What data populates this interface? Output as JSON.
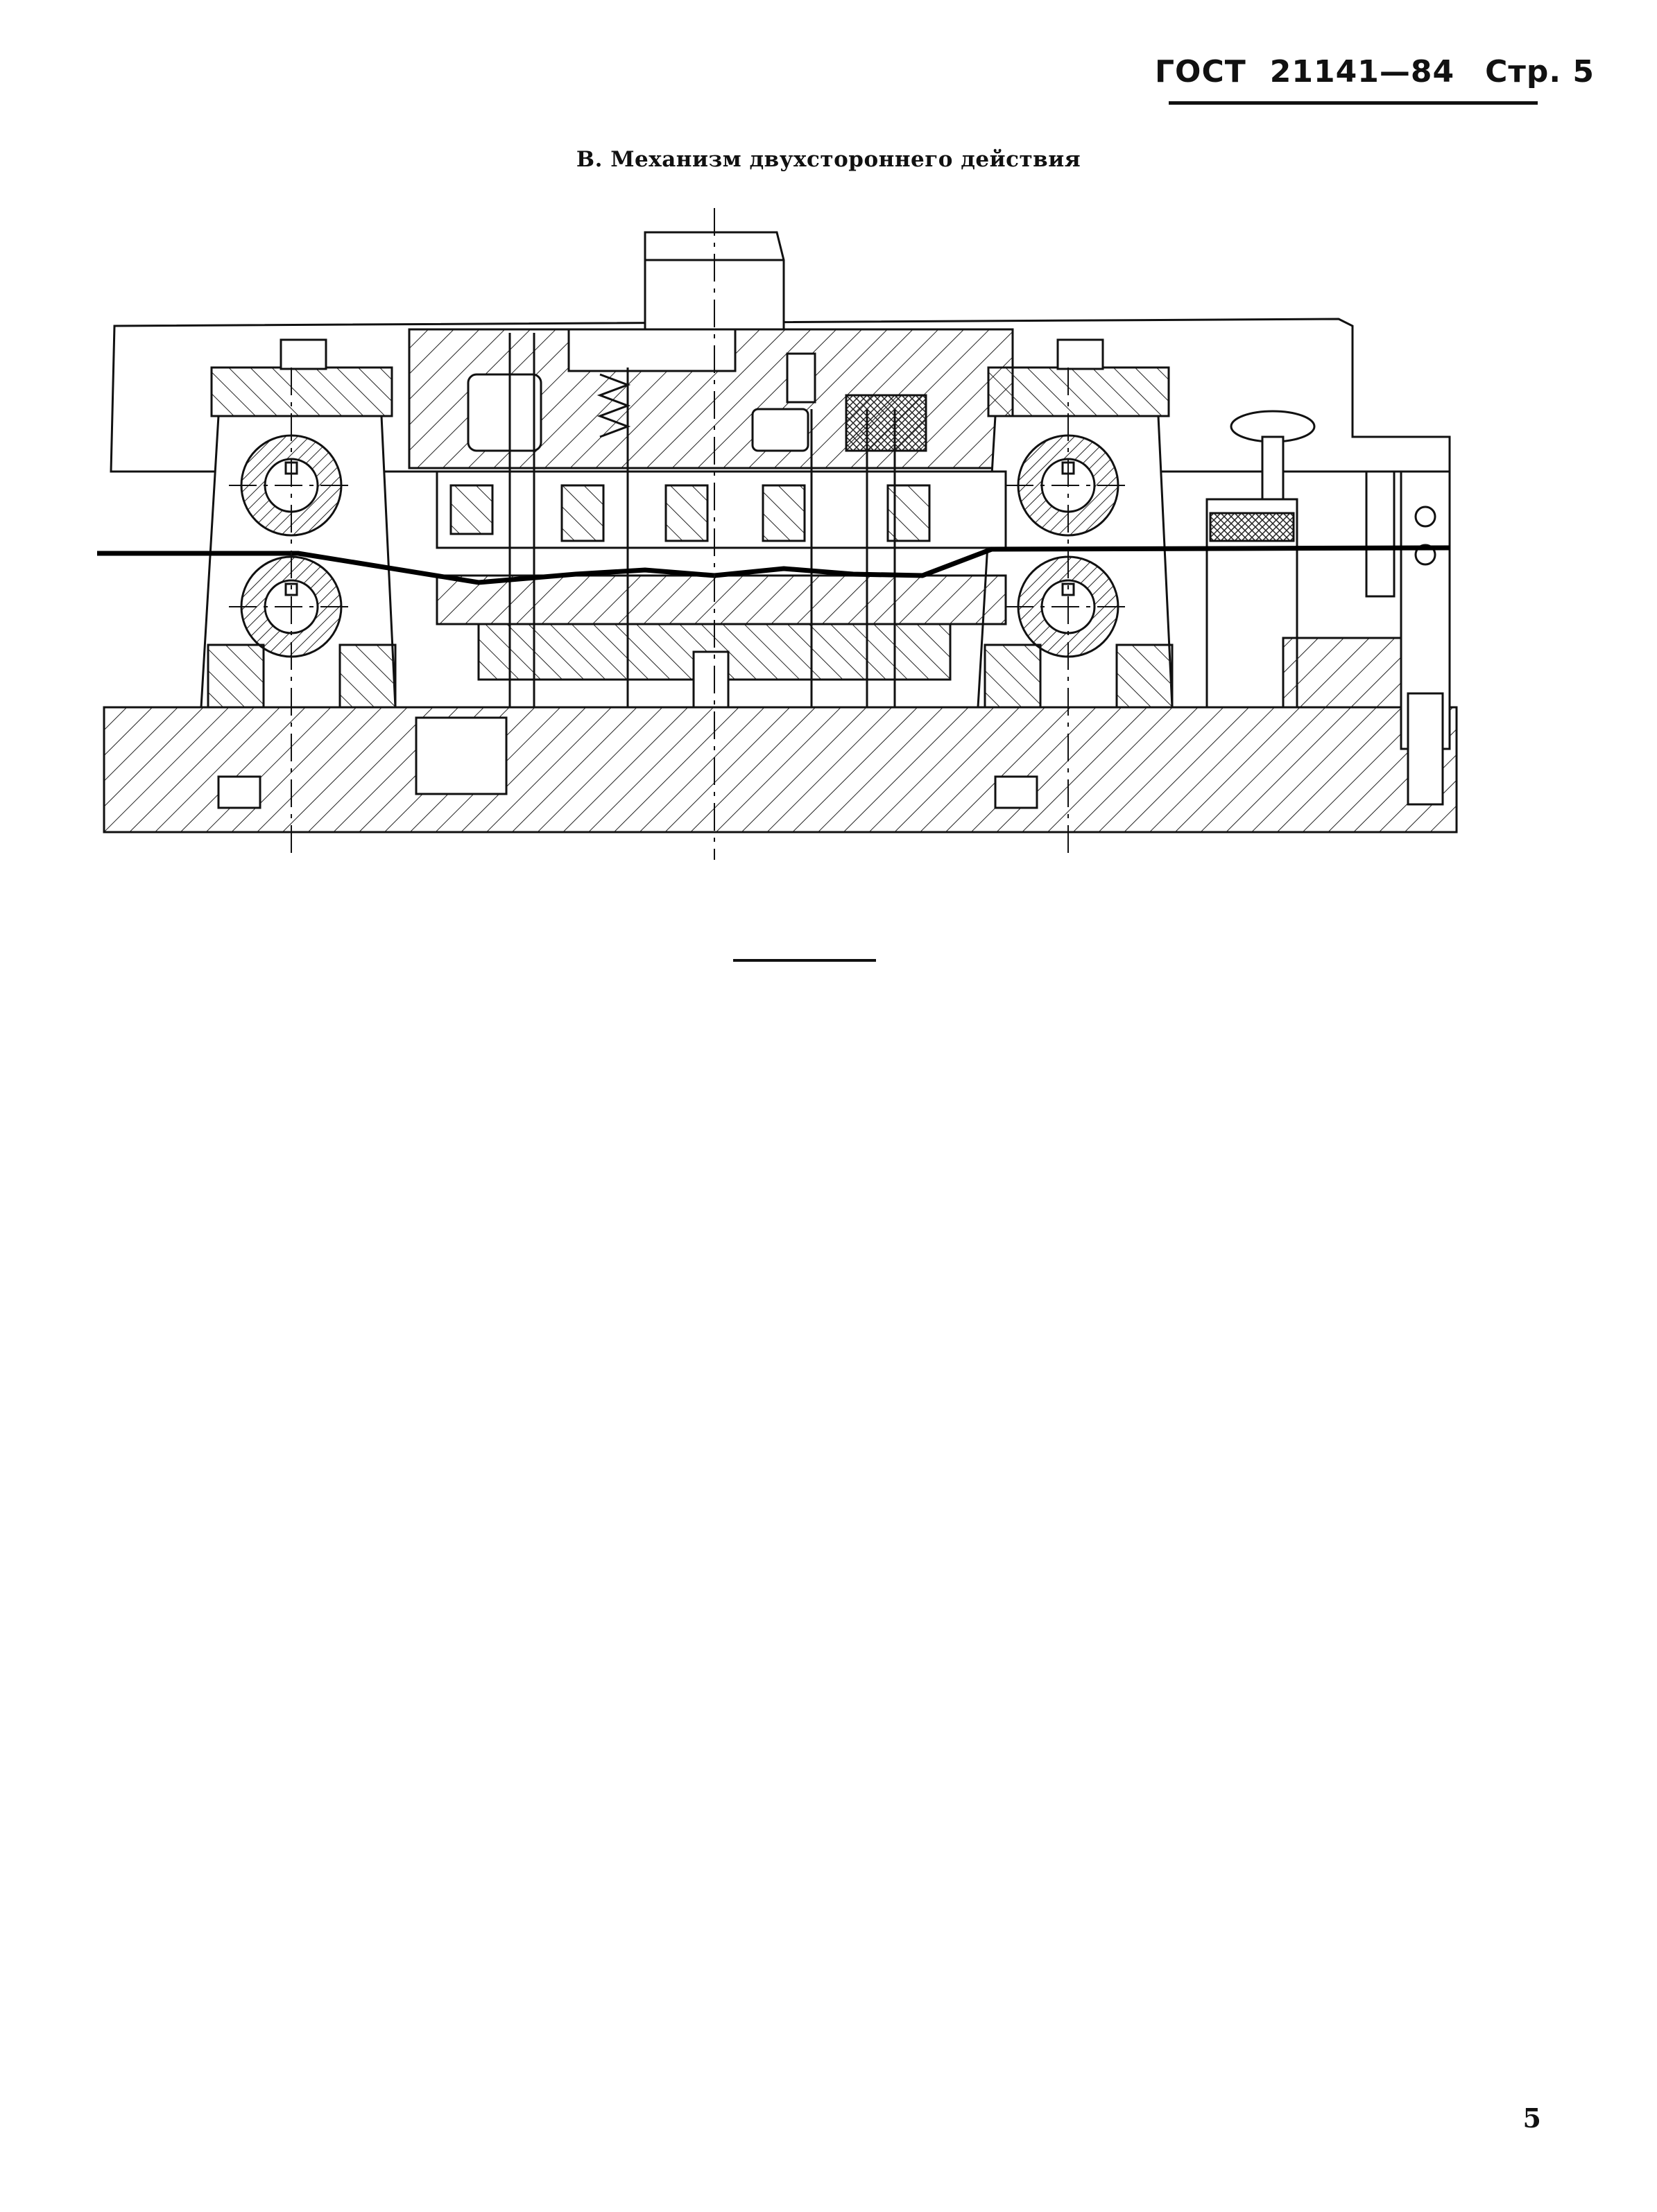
{
  "header": {
    "standard": "ГОСТ",
    "number": "21141—84",
    "page_ref": "Стр. 5"
  },
  "subtitle": "В. Механизм двухстороннего действия",
  "page_number": "5",
  "figure": {
    "image_icon": "mechanical-cross-section-drawing"
  }
}
